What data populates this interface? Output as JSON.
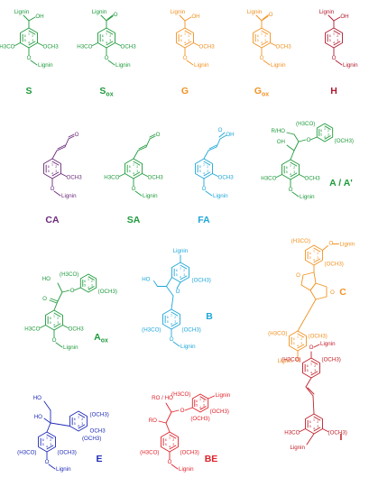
{
  "colors": {
    "S": "#1f9a3c",
    "Sox": "#1f9a3c",
    "G": "#f29222",
    "Gox": "#f29222",
    "H": "#b01a2e",
    "CA": "#6b2a7a",
    "SA": "#1f9a3c",
    "FA": "#1ea6d8",
    "AA": "#1f9a3c",
    "Aox": "#1f9a3c",
    "B": "#1ea6d8",
    "C": "#f29222",
    "E": "#1f2bb8",
    "BE": "#e0232b",
    "I": "#c0202a"
  },
  "atoms": {
    "lignin": "Lignin",
    "oh": "OH",
    "o": "O",
    "ho": "HO",
    "ome_r": "OCH3",
    "ome_l": "H3CO",
    "ome_rp": "(OCH3)",
    "ome_lp": "(H3CO)",
    "rho": "R/HO",
    "ro_ho": "RO / HO",
    "ro": "RO"
  },
  "structures": [
    {
      "id": "S",
      "label": "S"
    },
    {
      "id": "Sox",
      "label": "S",
      "sub": "ox"
    },
    {
      "id": "G",
      "label": "G"
    },
    {
      "id": "Gox",
      "label": "G",
      "sub": "ox"
    },
    {
      "id": "H",
      "label": "H"
    },
    {
      "id": "CA",
      "label": "CA"
    },
    {
      "id": "SA",
      "label": "SA"
    },
    {
      "id": "FA",
      "label": "FA"
    },
    {
      "id": "AA",
      "label": "A / A'"
    },
    {
      "id": "Aox",
      "label": "A",
      "sub": "ox"
    },
    {
      "id": "B",
      "label": "B"
    },
    {
      "id": "C",
      "label": "C"
    },
    {
      "id": "E",
      "label": "E"
    },
    {
      "id": "BE",
      "label": "BE"
    },
    {
      "id": "I",
      "label": "I"
    }
  ]
}
